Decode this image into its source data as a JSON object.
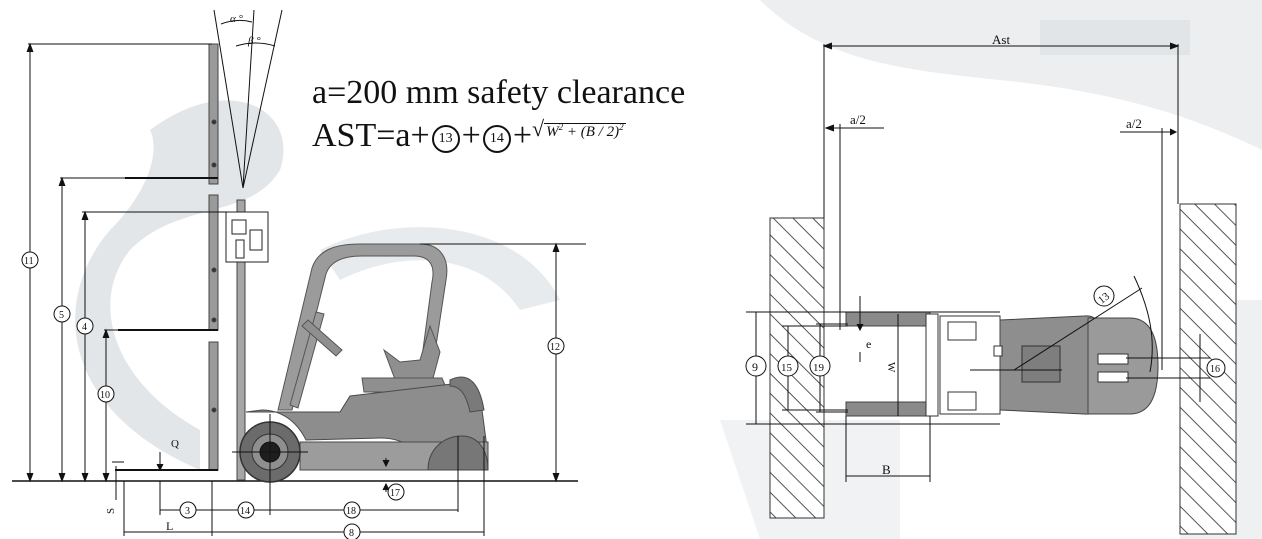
{
  "formula": {
    "line1": "a=200 mm  safety clearance",
    "ast_prefix": "AST=a+",
    "circle_13": "13",
    "plus": "+",
    "circle_14": "14",
    "plus2": "+",
    "sqrt_w": "W",
    "sqrt_sq1": "2",
    "sqrt_mid": " + (B / 2)",
    "sqrt_sq2": "2"
  },
  "side_view": {
    "angle_alpha": "α °",
    "angle_beta": "β °",
    "dim_11": "11",
    "dim_5": "5",
    "dim_4": "4",
    "dim_10": "10",
    "dim_12": "12",
    "load_q": "Q",
    "dim_s": "S",
    "dim_l": "L",
    "dim_3": "3",
    "dim_14": "14",
    "dim_18": "18",
    "dim_17": "17",
    "dim_8": "8"
  },
  "top_view": {
    "ast": "Ast",
    "a_half_left": "a/2",
    "a_half_right": "a/2",
    "dim_13": "13",
    "dim_9": "9",
    "dim_15": "15",
    "dim_19": "19",
    "dim_e": "e",
    "dim_w": "W",
    "dim_b": "B",
    "dim_16": "16"
  },
  "colors": {
    "ink": "#111111",
    "truck_gray": "#8f8f8f",
    "truck_dark": "#6e6e6e",
    "hatch": "#555555",
    "watermark": "#e3e6e8"
  }
}
